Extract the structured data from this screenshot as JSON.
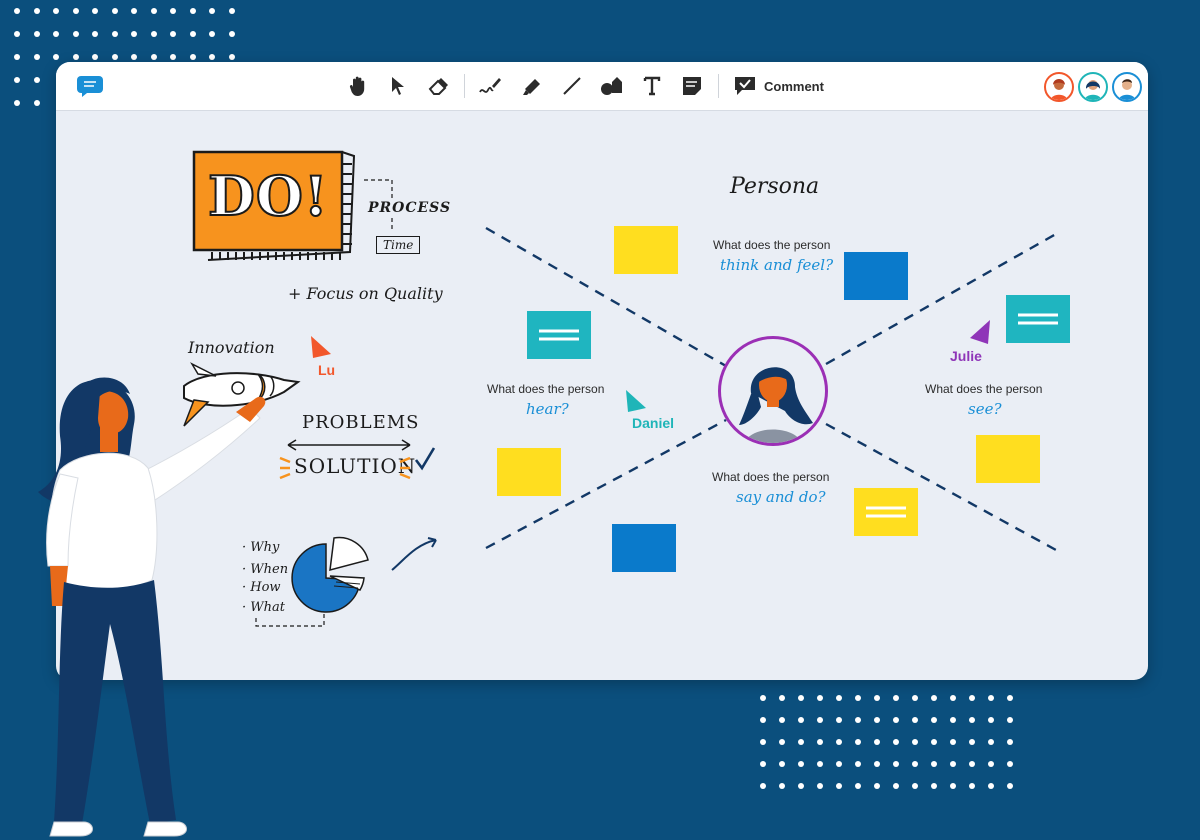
{
  "toolbar": {
    "comment_label": "Comment",
    "tools": [
      "hand-icon",
      "pointer-icon",
      "eraser-icon",
      "pen-icon",
      "highlighter-icon",
      "line-icon",
      "shapes-icon",
      "text-icon",
      "sticky-note-icon"
    ]
  },
  "board": {
    "do_sign": "DO!",
    "process": "PROCESS",
    "time": "Time",
    "focus": "+ Focus on Quality",
    "innovation": "Innovation",
    "problems": "PROBLEMS",
    "solution": "SOLUTION",
    "list": [
      "· Why",
      "· When",
      "· How",
      "· What"
    ],
    "persona": {
      "title": "Persona",
      "q1_prefix": "What does the person",
      "q1_verb": "think and feel?",
      "q2_prefix": "What does the person",
      "q2_verb": "hear?",
      "q3_prefix": "What does the person",
      "q3_verb": "see?",
      "q4_prefix": "What does the person",
      "q4_verb": "say and do?"
    },
    "cursors": [
      {
        "name": "Lu",
        "color": "#f2572b"
      },
      {
        "name": "Daniel",
        "color": "#1fb5b8"
      },
      {
        "name": "Julie",
        "color": "#8f35b8"
      }
    ]
  },
  "colors": {
    "background": "#0b4f7d",
    "sticky_yellow": "#ffde1f",
    "sticky_blue": "#0a7acb",
    "sticky_teal": "#1fb5c0"
  }
}
